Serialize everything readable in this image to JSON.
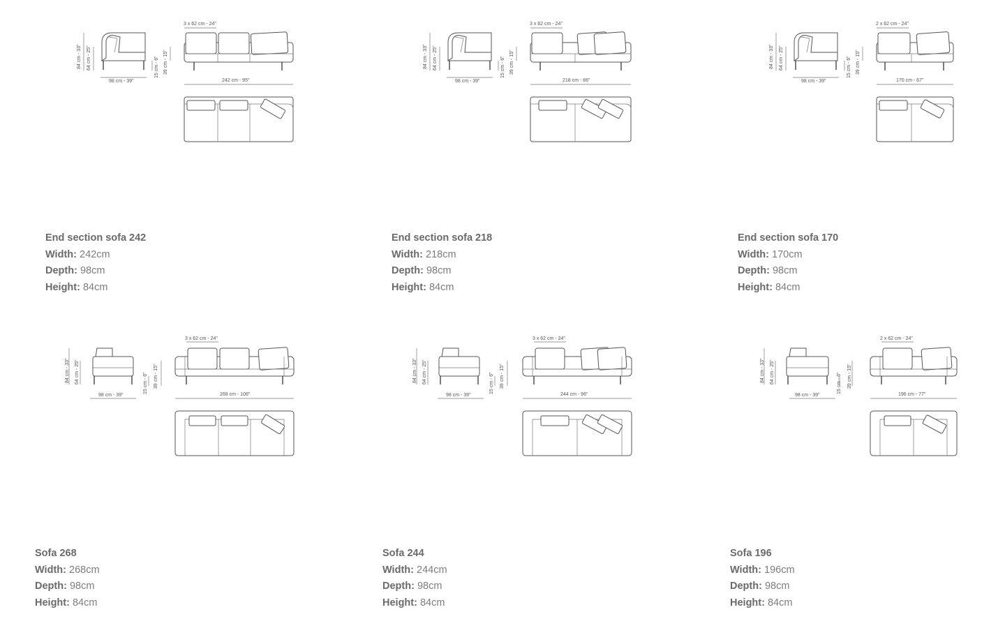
{
  "products": [
    {
      "name": "End section sofa 242",
      "width_label": "Width:",
      "width_value": "242cm",
      "depth_label": "Depth:",
      "depth_value": "98cm",
      "height_label": "Height:",
      "height_value": "84cm",
      "dims": {
        "cushions": "3 x 62 cm - 24\"",
        "height": "84 cm - 33\"",
        "seat_height": "64 cm - 25\"",
        "leg": "15 cm - 6\"",
        "arm": "39 cm - 15\"",
        "depth": "98 cm - 39\"",
        "width": "242 cm - 95\""
      },
      "variant": "end",
      "back_cushions": 3
    },
    {
      "name": "End section sofa 218",
      "width_label": "Width:",
      "width_value": "218cm",
      "depth_label": "Depth:",
      "depth_value": "98cm",
      "height_label": "Height:",
      "height_value": "84cm",
      "dims": {
        "cushions": "3 x 62 cm - 24\"",
        "height": "84 cm - 33\"",
        "seat_height": "64 cm - 25\"",
        "leg": "15 cm - 6\"",
        "arm": "39 cm - 15\"",
        "depth": "98 cm - 39\"",
        "width": "218 cm - 86\""
      },
      "variant": "end",
      "back_cushions": 3
    },
    {
      "name": "End section sofa 170",
      "width_label": "Width:",
      "width_value": "170cm",
      "depth_label": "Depth:",
      "depth_value": "98cm",
      "height_label": "Height:",
      "height_value": "84cm",
      "dims": {
        "cushions": "2 x 62 cm - 24\"",
        "height": "84 cm - 33\"",
        "seat_height": "64 cm - 25\"",
        "leg": "15 cm - 6\"",
        "arm": "39 cm - 15\"",
        "depth": "98 cm - 39\"",
        "width": "170 cm - 67\""
      },
      "variant": "end",
      "back_cushions": 2
    },
    {
      "name": "Sofa 268",
      "width_label": "Width:",
      "width_value": "268cm",
      "depth_label": "Depth:",
      "depth_value": "98cm",
      "height_label": "Height:",
      "height_value": "84cm",
      "dims": {
        "cushions": "3 x 62 cm - 24\"",
        "height": "84 cm - 33\"",
        "seat_height": "64 cm - 25\"",
        "leg": "15 cm - 6\"",
        "arm": "39 cm - 15\"",
        "depth": "98 cm - 39\"",
        "width": "268 cm - 106\""
      },
      "variant": "sofa",
      "back_cushions": 3
    },
    {
      "name": "Sofa 244",
      "width_label": "Width:",
      "width_value": "244cm",
      "depth_label": "Depth:",
      "depth_value": "98cm",
      "height_label": "Height:",
      "height_value": "84cm",
      "dims": {
        "cushions": "3 x 62 cm - 24\"",
        "height": "84 cm - 33\"",
        "seat_height": "64 cm - 25\"",
        "leg": "15 cm - 6\"",
        "arm": "39 cm - 15\"",
        "depth": "98 cm - 39\"",
        "width": "244 cm - 96\""
      },
      "variant": "sofa",
      "back_cushions": 3
    },
    {
      "name": "Sofa 196",
      "width_label": "Width:",
      "width_value": "196cm",
      "depth_label": "Depth:",
      "depth_value": "98cm",
      "height_label": "Height:",
      "height_value": "84cm",
      "dims": {
        "cushions": "2 x 62 cm - 24\"",
        "height": "84 cm - 33\"",
        "seat_height": "64 cm - 25\"",
        "leg": "15 cm - 6\"",
        "arm": "39 cm - 15\"",
        "depth": "98 cm - 39\"",
        "width": "196 cm - 77\""
      },
      "variant": "sofa",
      "back_cushions": 2
    }
  ]
}
